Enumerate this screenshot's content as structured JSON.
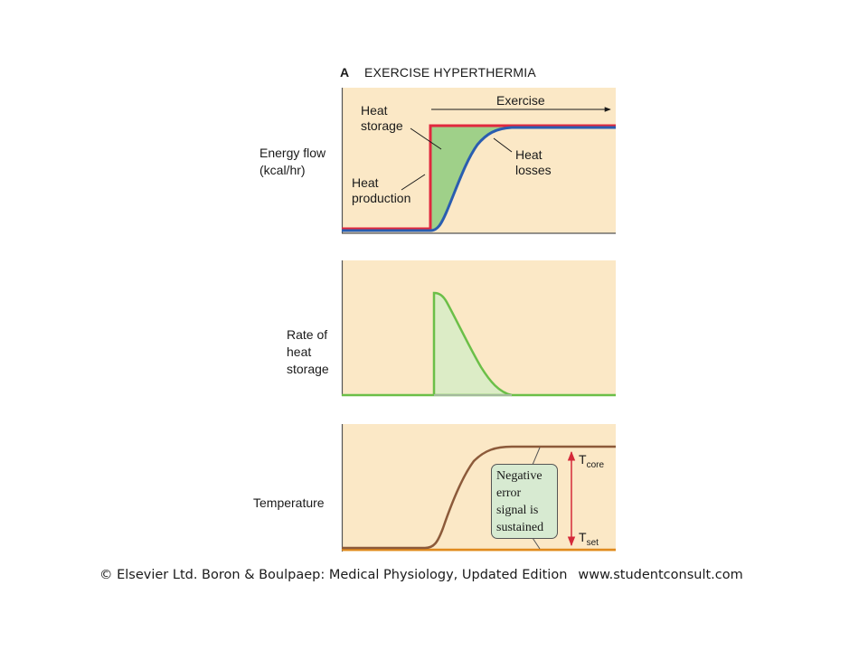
{
  "figure": {
    "panel_letter": "A",
    "title": "EXERCISE HYPERTHERMIA",
    "colors": {
      "panel_bg": "#fbe8c6",
      "heat_production": "#e0283e",
      "heat_losses": "#2a5db0",
      "heat_storage_fill": "#9fd089",
      "storage_curve": "#6bbf48",
      "storage_fill_light": "#dcecc6",
      "core_temp": "#8c5a3a",
      "set_temp": "#e08a1e",
      "error_arrow": "#d42a3a",
      "callout_bg": "#d7ead1"
    },
    "panel1": {
      "ylabel_lines": [
        "Energy flow",
        "(kcal/hr)"
      ],
      "exercise_label": "Exercise",
      "heat_storage_lines": [
        "Heat",
        "storage"
      ],
      "heat_production_lines": [
        "Heat",
        "production"
      ],
      "heat_losses_lines": [
        "Heat",
        "losses"
      ]
    },
    "panel2": {
      "ylabel_lines": [
        "Rate of",
        "heat",
        "storage"
      ]
    },
    "panel3": {
      "ylabel": "Temperature",
      "callout_lines": [
        "Negative",
        "error",
        "signal is",
        "sustained"
      ],
      "t_core": {
        "main": "T",
        "sub": "core"
      },
      "t_set": {
        "main": "T",
        "sub": "set"
      }
    }
  },
  "footer": {
    "copyright": "© Elsevier Ltd. Boron & Boulpaep: Medical Physiology, Updated Edition",
    "website": "www.studentconsult.com"
  }
}
